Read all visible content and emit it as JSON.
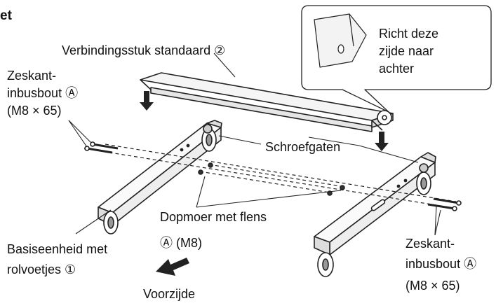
{
  "heading_fragment": "et",
  "connector_label": "Verbindingsstuk standaard ②",
  "callout": {
    "lines": [
      "Richt deze",
      "zijde naar",
      "achter"
    ]
  },
  "hex_bolt_left": {
    "lines": [
      "Zeskant-",
      "inbusbout Ⓐ",
      "(M8 × 65)"
    ]
  },
  "screw_holes_label": "Schroefgaten",
  "cap_nut_label": {
    "lines": [
      "Dopmoer met flens",
      "Ⓐ (M8)"
    ]
  },
  "base_unit_label": {
    "lines": [
      "Basiseenheid met",
      "rolvoetjes ①"
    ]
  },
  "hex_bolt_right": {
    "lines": [
      "Zeskant-",
      "inbusbout Ⓐ",
      "(M8 × 65)"
    ]
  },
  "front_label": "Voorzijde"
}
